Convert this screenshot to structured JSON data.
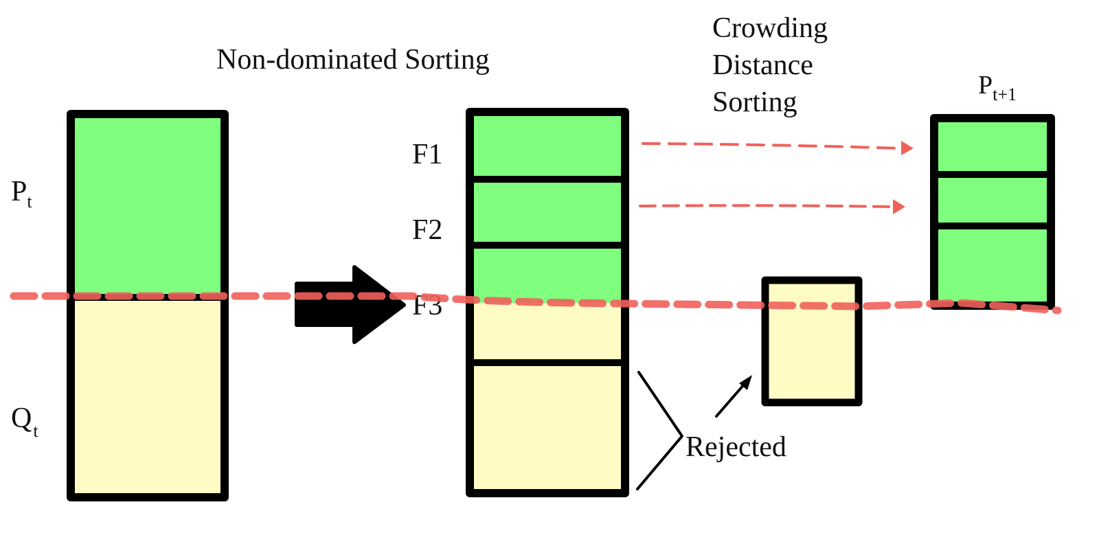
{
  "title": "Non-dominated Sorting",
  "crowding_label": {
    "line1": "Crowding",
    "line2": "Distance",
    "line3": "Sorting"
  },
  "labels": {
    "p_t_main": "P",
    "p_t_sub": "t",
    "q_t_main": "Q",
    "q_t_sub": "t",
    "p_next_main": "P",
    "p_next_sub": "t+1",
    "f1": "F1",
    "f2": "F2",
    "f3": "F3",
    "rejected": "Rejected"
  },
  "colors": {
    "parent_fill": "#80ff7e",
    "offspring_fill": "#fefcc4",
    "outline": "#000000",
    "cut_line": "#f0615b",
    "arrow": "#000000"
  }
}
